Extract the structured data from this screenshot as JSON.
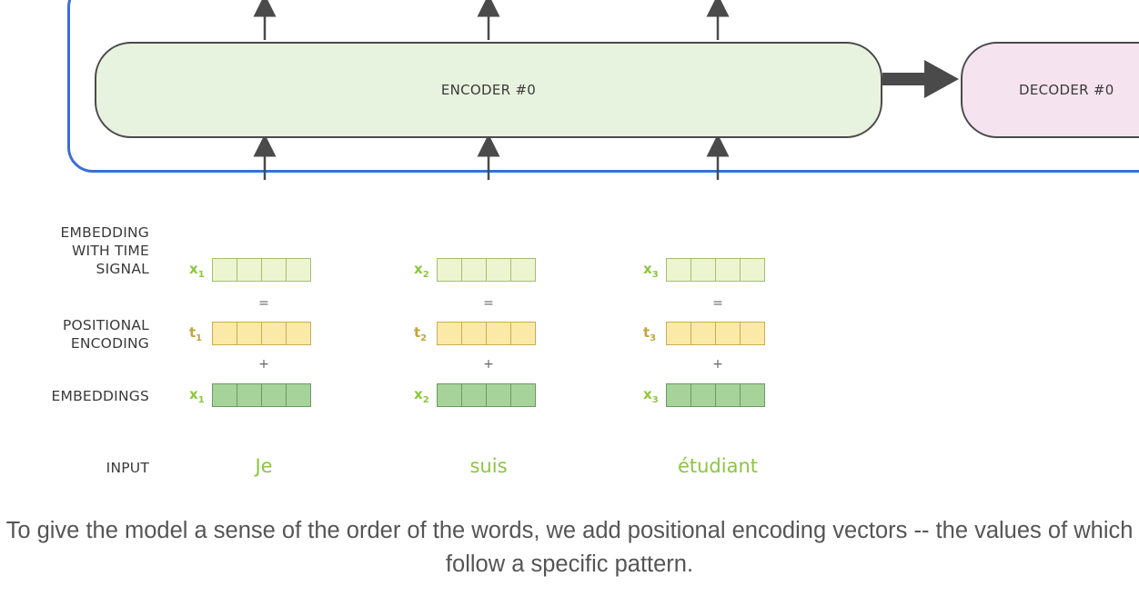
{
  "encoder": {
    "label": "ENCODER #0"
  },
  "decoder": {
    "label": "DECODER #0"
  },
  "rows": {
    "embedding_time_signal": "EMBEDDING WITH TIME SIGNAL",
    "embedding_time_signal_lines": [
      "EMBEDDING",
      "WITH TIME",
      "SIGNAL"
    ],
    "positional_encoding_lines": [
      "POSITIONAL",
      "ENCODING"
    ],
    "embeddings": "EMBEDDINGS",
    "input": "INPUT"
  },
  "columns": [
    {
      "word": "Je",
      "x_label": "x",
      "x_sub": "1",
      "t_label": "t",
      "t_sub": "1"
    },
    {
      "word": "suis",
      "x_label": "x",
      "x_sub": "2",
      "t_label": "t",
      "t_sub": "2"
    },
    {
      "word": "étudiant",
      "x_label": "x",
      "x_sub": "3",
      "t_label": "t",
      "t_sub": "3"
    }
  ],
  "operators": {
    "equals": "=",
    "plus": "+"
  },
  "caption": "To give the model a sense of the order of the words, we add positional encoding vectors -- the values of which follow a specific pattern.",
  "colors": {
    "frame": "#3b6fd8",
    "encoder_fill": "#e8f3df",
    "decoder_fill": "#f5e4f0",
    "time_signal_vec": "#ecf5cf",
    "positional_vec": "#fbe9a7",
    "embedding_vec": "#a6d39a",
    "word_color": "#8cc63f"
  }
}
